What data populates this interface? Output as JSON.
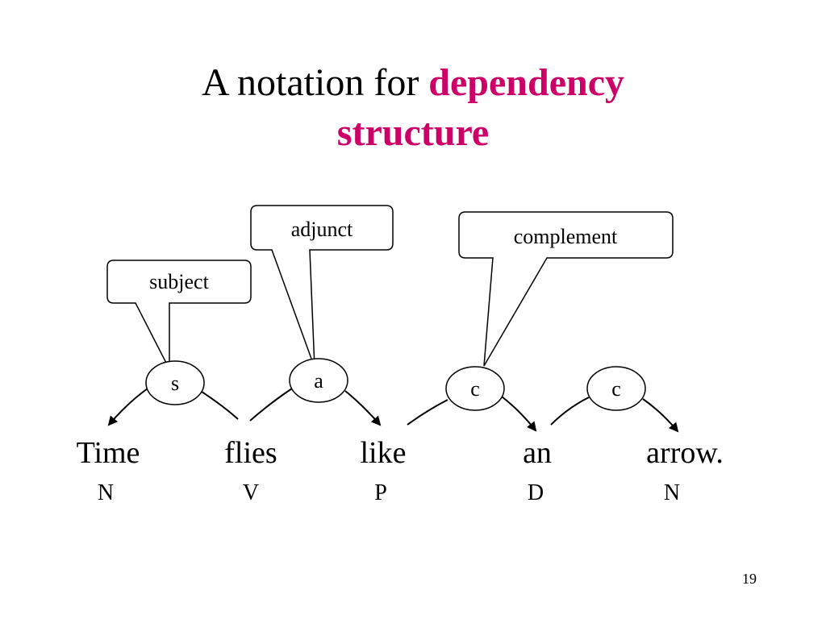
{
  "slide": {
    "title_plain": "A notation for ",
    "title_emph_line1": "dependency",
    "title_emph_line2": "structure",
    "page_number": "19"
  },
  "callouts": {
    "subject": "subject",
    "adjunct": "adjunct",
    "complement": "complement"
  },
  "nodes": {
    "s": "s",
    "a": "a",
    "c1": "c",
    "c2": "c"
  },
  "words": [
    {
      "word": "Time",
      "pos": "N"
    },
    {
      "word": "flies",
      "pos": "V"
    },
    {
      "word": "like",
      "pos": "P"
    },
    {
      "word": "an",
      "pos": "D"
    },
    {
      "word": "arrow.",
      "pos": "N"
    }
  ],
  "colors": {
    "title_emphasis": "#cc0066",
    "text": "#000000",
    "background": "#ffffff"
  }
}
